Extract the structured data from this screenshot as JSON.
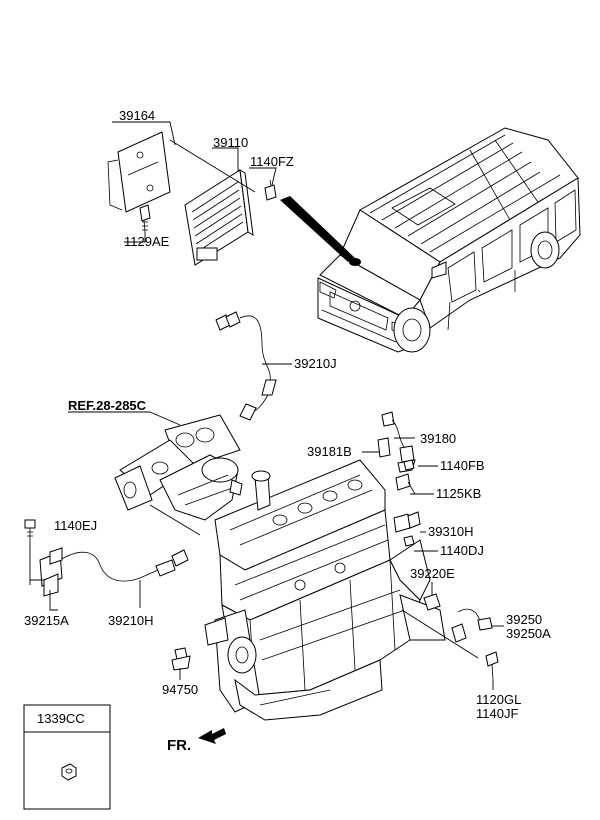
{
  "labels": {
    "p39164": "39164",
    "p39110": "39110",
    "p1140FZ": "1140FZ",
    "p1129AE": "1129AE",
    "p39210J": "39210J",
    "ref": "REF.28-285C",
    "p39181B": "39181B",
    "p39180": "39180",
    "p1140FB": "1140FB",
    "p1125KB": "1125KB",
    "p1140EJ": "1140EJ",
    "p39310H": "39310H",
    "p1140DJ": "1140DJ",
    "p39220E": "39220E",
    "p39215A": "39215A",
    "p39210H": "39210H",
    "p39250": "39250",
    "p39250A": "39250A",
    "p94750": "94750",
    "p1120GL": "1120GL",
    "p1140JF": "1140JF",
    "p1339CC": "1339CC",
    "front": "FR."
  }
}
